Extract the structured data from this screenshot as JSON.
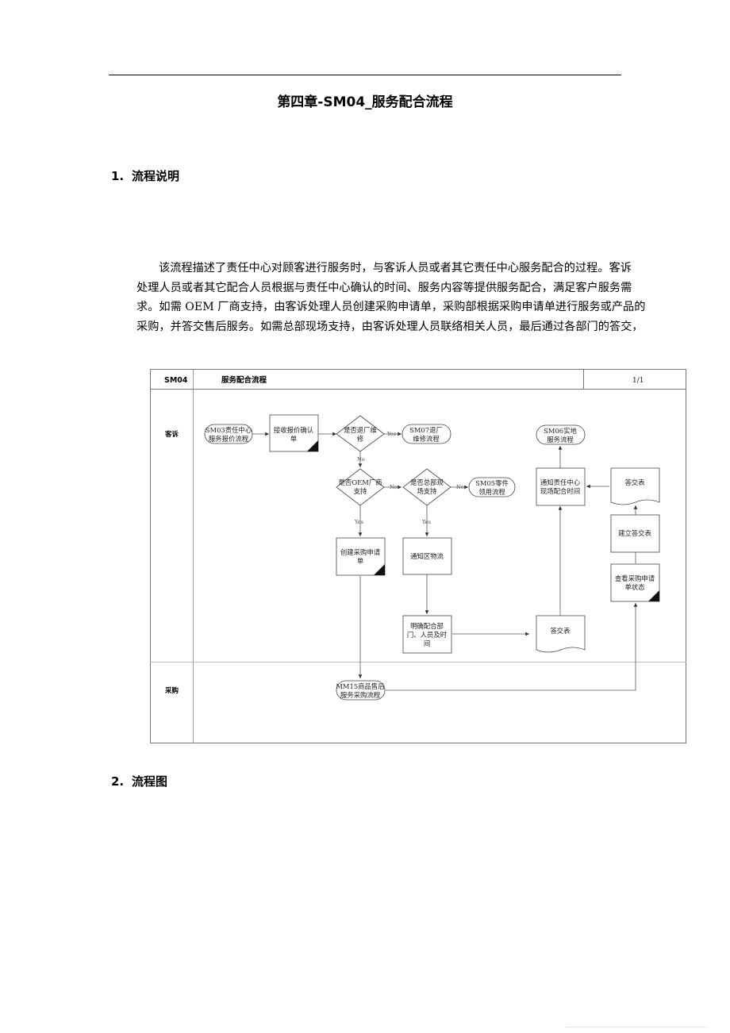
{
  "document": {
    "title": "第四章-SM04_服务配合流程",
    "sections": [
      {
        "number": "1.",
        "heading": "流程说明"
      },
      {
        "number": "2.",
        "heading": "流程图"
      }
    ],
    "paragraph_lines": [
      "该流程描述了责任中心对顾客进行服务时，与客诉人员或者其它责任中心服务配合的过程。客诉",
      "处理人员或者其它配合人员根据与责任中心确认的时间、服务内容等提供服务配合，满足客户服务需",
      "求。如需 OEM 厂商支持，由客诉处理人员创建采购申请单，采购部根据采购申请单进行服务或产品的",
      "采购，并答交售后服务。如需总部现场支持，由客诉处理人员联络相关人员，最后通过各部门的答交，"
    ]
  },
  "flowchart": {
    "code": "SM04",
    "name": "服务配合流程",
    "page": "1/1",
    "lanes": [
      "客诉",
      "采购"
    ],
    "nodes": {
      "sm03": [
        "SM03责任中心",
        "服务报价流程"
      ],
      "receive": [
        "接收报价确认",
        "单"
      ],
      "return_repair": [
        "是否退厂维",
        "修"
      ],
      "sm07": [
        "SM07退厂",
        "维修流程"
      ],
      "oem": [
        "是否OEM厂商",
        "支持"
      ],
      "hq": [
        "是否总部现",
        "场支持"
      ],
      "sm05": [
        "SM05零件",
        "领用流程"
      ],
      "create_pr": [
        "创建采购申请",
        "单"
      ],
      "notify_logistics": [
        "通知区物流"
      ],
      "confirm": [
        "明确配合部",
        "门、人员及时",
        "间"
      ],
      "reply_doc_1": [
        "答交表"
      ],
      "notify_center": [
        "通知责任中心",
        "现场配合时间"
      ],
      "sm06": [
        "SM06实地",
        "服务流程"
      ],
      "reply_doc_2": [
        "答交表"
      ],
      "build_reply": [
        "建立答交表"
      ],
      "check_pr": [
        "查看采购申请",
        "单状态"
      ],
      "mm15": [
        "MM15商品售后",
        "服务采购流程"
      ]
    },
    "edge_labels": {
      "yes": "Yes",
      "no": "No"
    }
  }
}
